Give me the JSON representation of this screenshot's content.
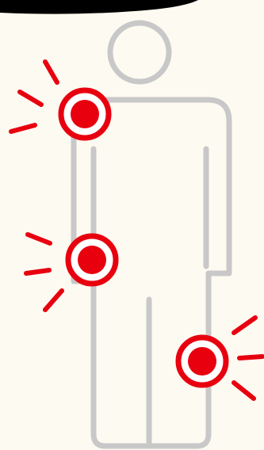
{
  "illustration": {
    "subject": "human-body-outline",
    "pain_points": [
      {
        "location": "shoulder"
      },
      {
        "location": "hip"
      },
      {
        "location": "knee"
      }
    ]
  },
  "colors": {
    "background": "#fdfaf1",
    "top_banner": "#000000",
    "body_outline": "#c8c8c8",
    "pain_marker": "#e8000f",
    "marker_ring_fill": "#ffffff"
  }
}
